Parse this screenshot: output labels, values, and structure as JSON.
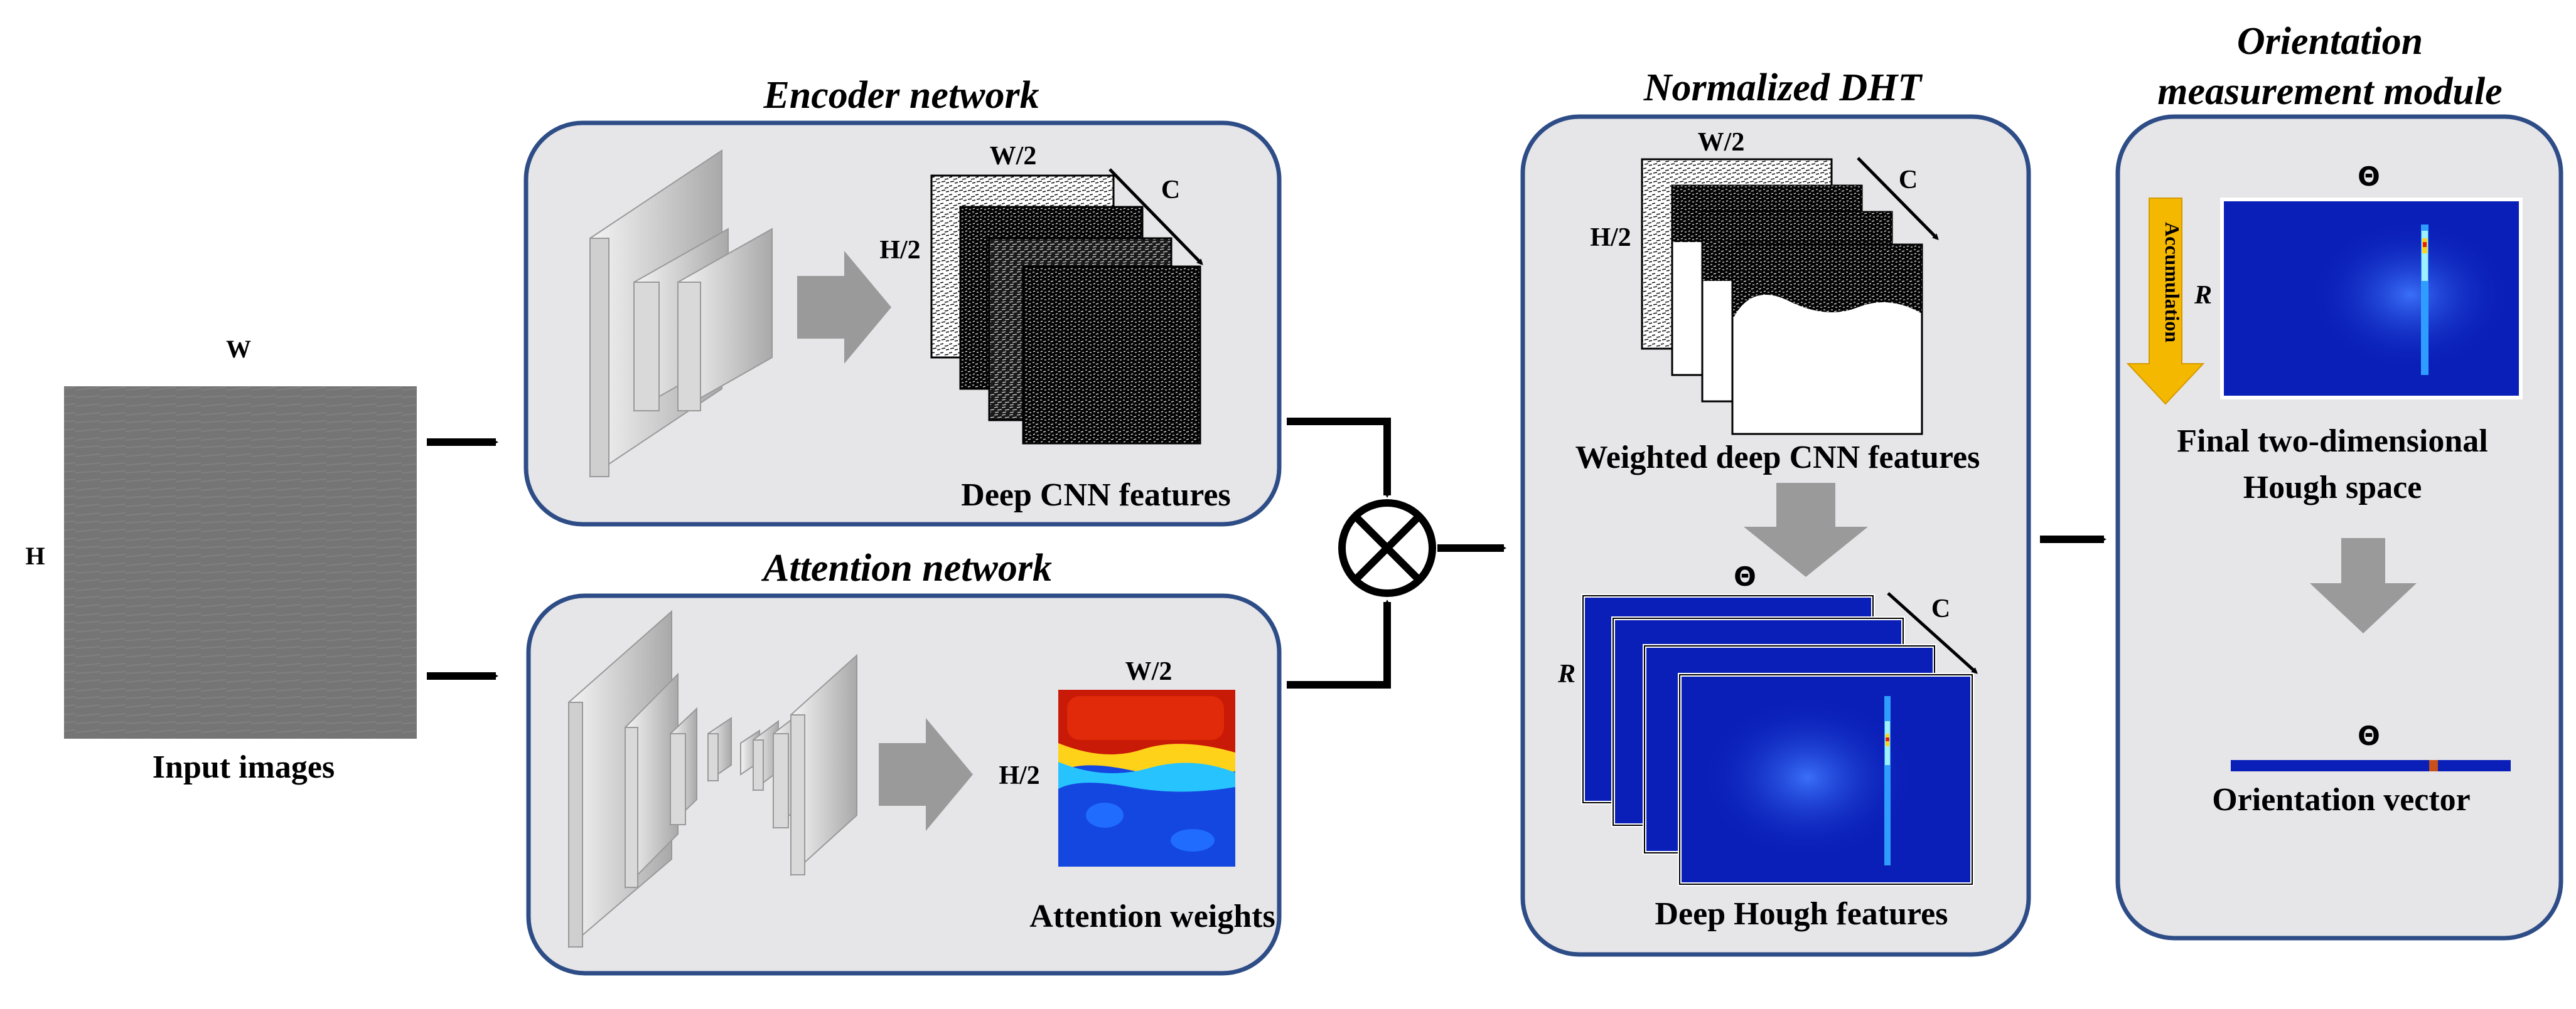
{
  "input": {
    "label": "Input images",
    "width_label": "W",
    "height_label": "H"
  },
  "encoder": {
    "title": "Encoder network",
    "features_label": "Deep CNN features",
    "w_label": "W/2",
    "h_label": "H/2",
    "c_label": "C"
  },
  "attention": {
    "title": "Attention network",
    "weights_label": "Attention weights",
    "w_label": "W/2",
    "h_label": "H/2"
  },
  "dht": {
    "title": "Normalized DHT",
    "weighted_label": "Weighted deep CNN features",
    "hough_label": "Deep Hough features",
    "w_label": "W/2",
    "h_label": "H/2",
    "c_label": "C",
    "c2_label": "C",
    "theta_label": "Θ",
    "r_label": "R"
  },
  "orientation": {
    "title_line1": "Orientation",
    "title_line2": "measurement module",
    "accumulation_label": "Accumulation",
    "theta_label": "Θ",
    "r_label": "R",
    "hough_space_line1": "Final two-dimensional",
    "hough_space_line2": "Hough space",
    "theta2_label": "Θ",
    "vector_label": "Orientation vector"
  },
  "colors": {
    "panel_fill": "#e6e5e8",
    "panel_stroke": "#2e4d87",
    "hough_blue": "#0a1fb8",
    "accumulation_arrow": "#f5b800",
    "gray_arrow": "#9a9a9a"
  }
}
